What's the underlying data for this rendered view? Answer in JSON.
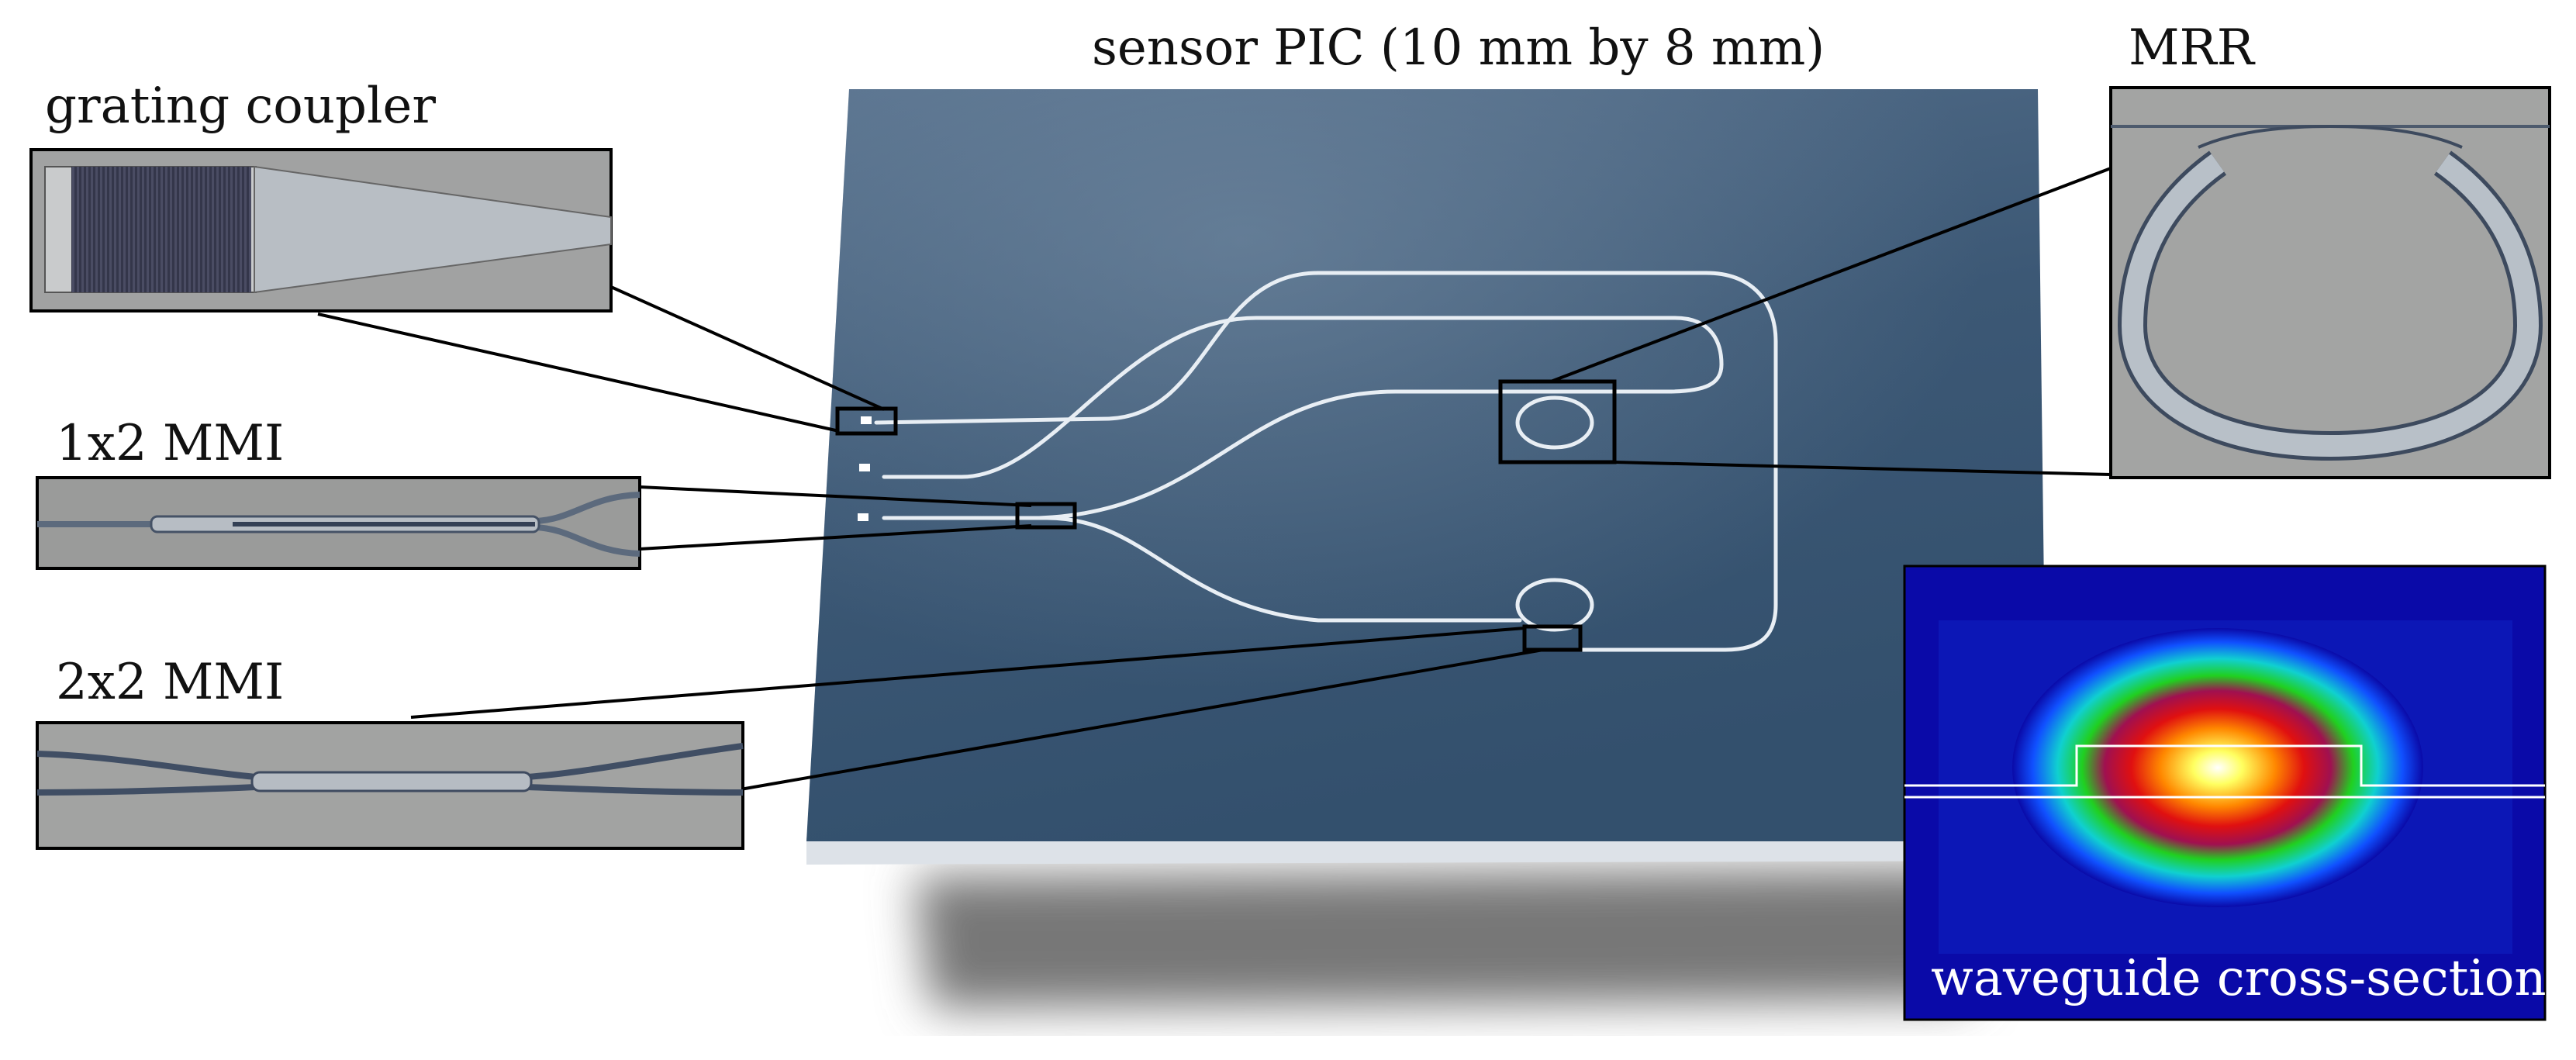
{
  "title": "sensor PIC (10 mm by 8 mm)",
  "insets": {
    "grating_coupler": "grating coupler",
    "mmi_1x2": "1x2 MMI",
    "mmi_2x2": "2x2 MMI",
    "mrr": "MRR",
    "cross_section": "waveguide cross-section"
  },
  "colors": {
    "chip_top": "#3f5c78",
    "chip_edge": "#d8dde3",
    "shadow": "#7d7d7d",
    "inset_gray": "#9a9a99",
    "waveguide": "#e6edf2",
    "mode_bg": "#0a0aa8",
    "callout_line": "#000000"
  }
}
